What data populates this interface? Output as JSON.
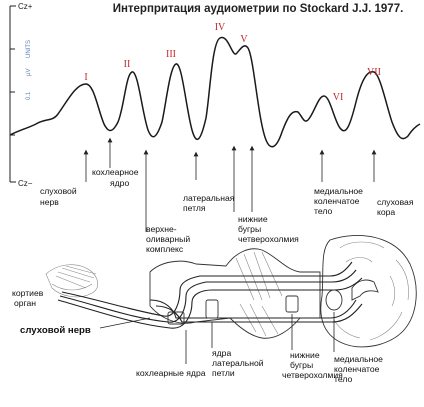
{
  "title": "Интерпритация аудиометрии по Stockard J.J. 1977.",
  "axis": {
    "top": "Cz+",
    "bottom": "Cz−",
    "scale_value": "0.1",
    "scale_unit": "µV",
    "scale_word": "UNITS"
  },
  "peaks": [
    "I",
    "II",
    "III",
    "IV",
    "V",
    "VI",
    "VII"
  ],
  "wave_labels": {
    "auditory_nerve": [
      "слуховой",
      "нерв"
    ],
    "cochlear_nucleus": [
      "кохлеарное",
      "ядро"
    ],
    "superior_olive": [
      "верхне-",
      "оливарный",
      "комплекс"
    ],
    "lateral_lemniscus": [
      "латеральная",
      "петля"
    ],
    "inferior_colliculi": [
      "нижние",
      "бугры",
      "четверохолмия"
    ],
    "medial_geniculate": [
      "медиальное",
      "коленчатое",
      "тело"
    ],
    "auditory_cortex": [
      "слуховая",
      "кора"
    ]
  },
  "anatomy_labels": {
    "organ_of_corti": [
      "кортиев",
      "орган"
    ],
    "auditory_nerve": "слуховой нерв",
    "cochlear_nuclei": "кохлеарные ядра",
    "lateral_lemniscus_nuclei": [
      "ядра",
      "латеральной",
      "петли"
    ],
    "inferior_colliculi": [
      "нижние",
      "бугры",
      "четверохолмия"
    ],
    "medial_geniculate": [
      "медиальное",
      "коленчатое",
      "тело"
    ]
  },
  "colors": {
    "peak_label": "#c0282d",
    "wave": "#1a1a1a",
    "scale_text": "#5a7fb8"
  }
}
